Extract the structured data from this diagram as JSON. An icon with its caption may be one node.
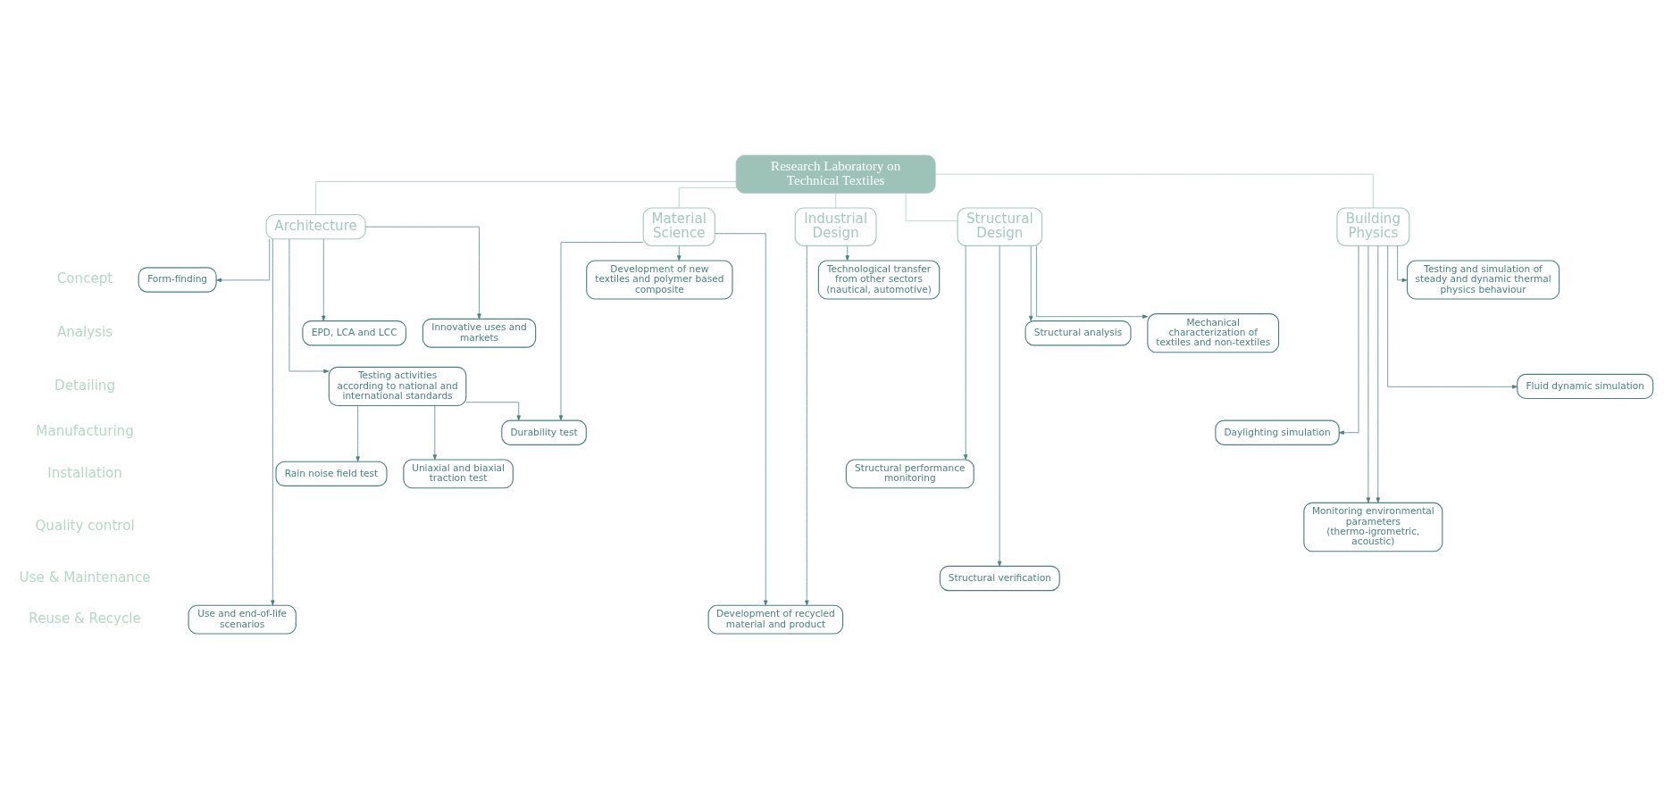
{
  "diagram": {
    "nodes": [
      {
        "text": [
          "Research Laboratory on Technical Textiles"
        ]
      },
      {
        "text": [
          "Architecture"
        ]
      },
      {
        "text": [
          "Building Physics"
        ]
      },
      {
        "text": [
          "Structural Design"
        ]
      },
      {
        "text": [
          "Industrial Design"
        ]
      },
      {
        "text": [
          "Material Science"
        ]
      },
      {
        "text": [
          "Form-finding"
        ]
      },
      {
        "text": [
          "Testing and simulation of steady and dynamic thermal physics behaviour"
        ]
      },
      {
        "text": [
          "Technological transfer from other sectors (nautical, automotive)"
        ]
      },
      {
        "text": [
          "Development of new textiles and polymer based composite"
        ]
      },
      {
        "text": [
          "EPD, LCA and LCC"
        ]
      },
      {
        "text": [
          "Structural analysis"
        ]
      },
      {
        "text": [
          "Innovative uses and markets"
        ]
      },
      {
        "text": [
          "Mechanical characterization of textiles and non-textiles"
        ]
      },
      {
        "text": [
          "Testing activities according to national and international standards"
        ]
      },
      {
        "text": [
          "Fluid dynamic simulation"
        ]
      },
      {
        "text": [
          "Daylighting simulation"
        ]
      },
      {
        "text": [
          "Durability test"
        ]
      },
      {
        "text": [
          "Uniaxial and biaxial traction test"
        ]
      },
      {
        "text": [
          "Rain noise field test"
        ]
      },
      {
        "text": [
          "Structural performance monitoring"
        ]
      },
      {
        "text": [
          "Monitoring environmental parameters (thermo-igrometric, acoustic)"
        ]
      },
      {
        "text": [
          "Structural verification"
        ]
      },
      {
        "text": [
          "Use and end-of-life scenarios"
        ]
      },
      {
        "text": [
          "Development of recycled material and product"
        ]
      }
    ],
    "edges": [
      {
        "from": 0,
        "to": 1,
        "arrow": "none",
        "color": "#a3c9bd"
      },
      {
        "from": 0,
        "to": 2,
        "arrow": "none",
        "color": "#a3c9bd"
      },
      {
        "from": 0,
        "to": 3,
        "arrow": "none",
        "color": "#a3c9bd"
      },
      {
        "from": 0,
        "to": 4,
        "arrow": "none",
        "color": "#a3c9bd"
      },
      {
        "from": 0,
        "to": 5,
        "arrow": "none",
        "color": "#a3c9bd"
      },
      {
        "from": 1,
        "to": 6,
        "arrow": "to"
      },
      {
        "from": 1,
        "to": 10,
        "arrow": "to"
      },
      {
        "from": 1,
        "to": 14,
        "arrow": "to"
      },
      {
        "from": 1,
        "to": 23,
        "arrow": "to"
      },
      {
        "from": 1,
        "to": 12,
        "arrow": "to"
      },
      {
        "from": 2,
        "to": 7,
        "arrow": "to"
      },
      {
        "from": 2,
        "to": 15,
        "arrow": "to"
      },
      {
        "from": 2,
        "to": 16,
        "arrow": "to"
      },
      {
        "from": 2,
        "to": 21,
        "arrow": "to"
      },
      {
        "from": 2,
        "to": 21,
        "arrow": "to"
      },
      {
        "from": 3,
        "to": 11,
        "arrow": "to"
      },
      {
        "from": 3,
        "to": 20,
        "arrow": "to"
      },
      {
        "from": 3,
        "to": 22,
        "arrow": "to"
      },
      {
        "from": 3,
        "to": 13,
        "arrow": "to"
      },
      {
        "from": 4,
        "to": 8,
        "arrow": "to"
      },
      {
        "from": 4,
        "to": 24,
        "arrow": "to"
      },
      {
        "from": 5,
        "to": 9,
        "arrow": "to"
      },
      {
        "from": 5,
        "to": 24,
        "arrow": "to"
      },
      {
        "from": 5,
        "to": 17,
        "arrow": "to"
      },
      {
        "from": 14,
        "to": 18,
        "arrow": "to"
      },
      {
        "from": 14,
        "to": 19,
        "arrow": "to"
      },
      {
        "from": 14,
        "to": 17,
        "arrow": "to"
      }
    ],
    "labels": [
      "Concept",
      "Analysis",
      "Detailing",
      "Manufacturing",
      "Installation",
      "Quality control",
      "Use & Maintenance",
      "Reuse & Recycle"
    ]
  }
}
